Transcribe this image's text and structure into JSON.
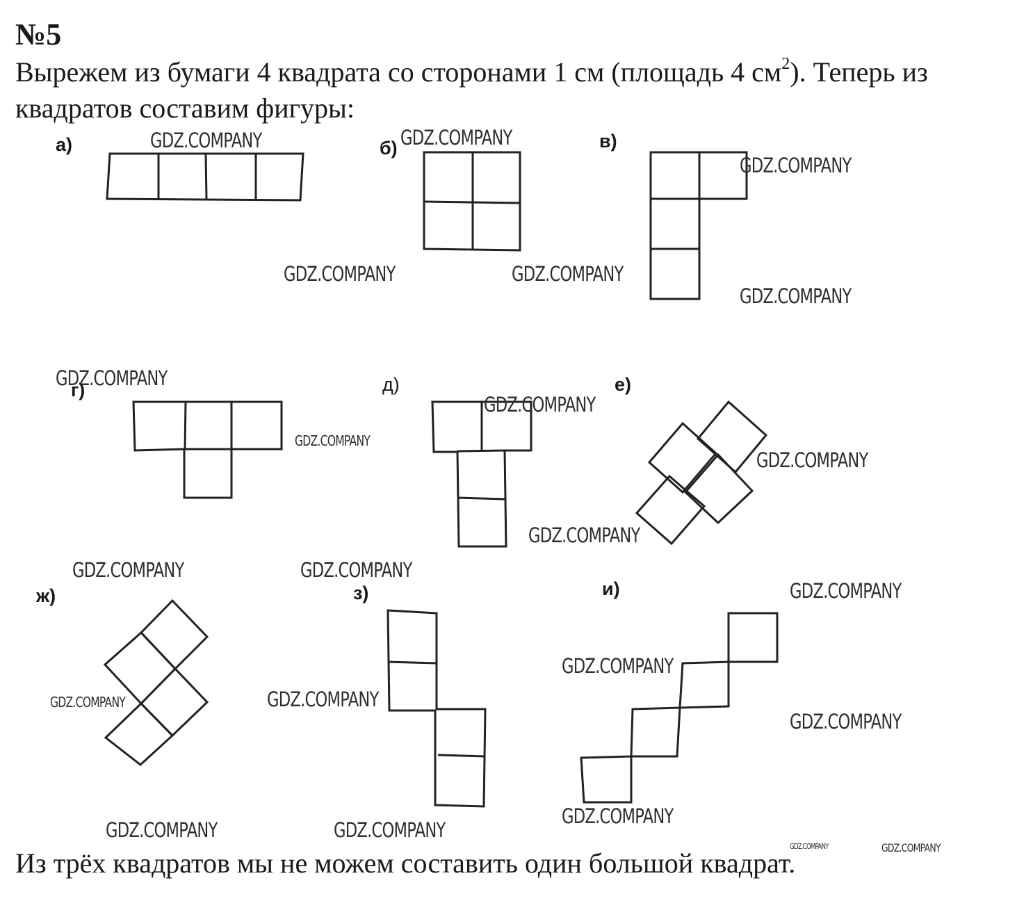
{
  "problem": {
    "number": "№5",
    "intro_line1": "Вырежем из бумаги 4 квадрата со сторонами 1 см (площадь 4 см",
    "intro_sup": "2",
    "intro_line1_end": "). Теперь из",
    "intro_line2": "квадратов составим фигуры:"
  },
  "figure_labels": {
    "a": "а)",
    "b": "б)",
    "v": "в)",
    "g": "г)",
    "d": "д)",
    "e": "е)",
    "zh": "ж)",
    "z": "з)",
    "i": "и)"
  },
  "watermark": "GDZ.COMPANY",
  "conclusion": "Из трёх квадратов мы не можем составить один большой квадрат.",
  "colors": {
    "ink": "#222222",
    "background": "#ffffff"
  }
}
